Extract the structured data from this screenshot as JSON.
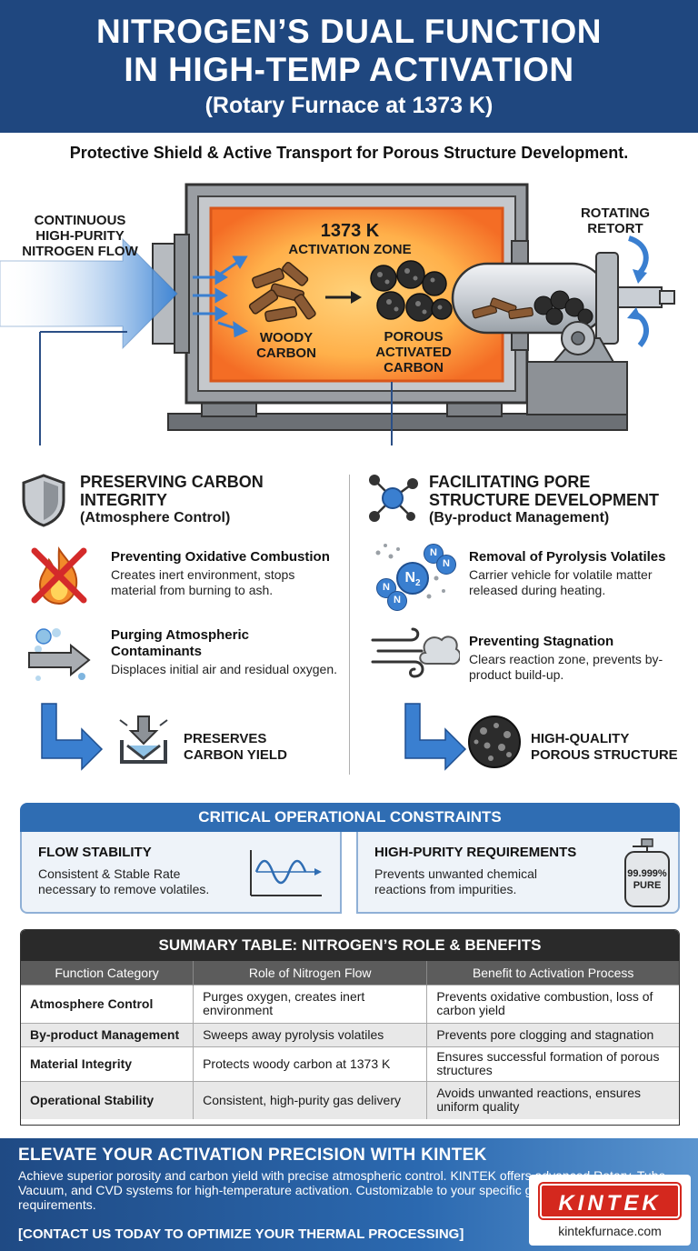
{
  "header": {
    "title_line1": "NITROGEN’S DUAL FUNCTION",
    "title_line2": "IN HIGH-TEMP ACTIVATION",
    "title_line3": "(Rotary Furnace at 1373 K)"
  },
  "subtitle": "Protective Shield & Active Transport for Porous Structure Development.",
  "diagram": {
    "flow_label": [
      "CONTINUOUS",
      "HIGH-PURITY",
      "NITROGEN FLOW"
    ],
    "zone_temp": "1373 K",
    "zone_label": "ACTIVATION ZONE",
    "input_label": [
      "WOODY",
      "CARBON"
    ],
    "output_label": [
      "POROUS",
      "ACTIVATED",
      "CARBON"
    ],
    "retort_label": [
      "ROTATING",
      "RETORT"
    ]
  },
  "left": {
    "title_a": "PRESERVING CARBON",
    "title_b": "INTEGRITY",
    "title_c": "(Atmosphere Control)",
    "item1_title": "Preventing Oxidative Combustion",
    "item1_desc": "Creates inert environment, stops material from burning to ash.",
    "item2_title_a": "Purging Atmospheric",
    "item2_title_b": "Contaminants",
    "item2_desc": "Displaces initial air and residual oxygen.",
    "result_a": "PRESERVES",
    "result_b": "CARBON YIELD",
    "icons": [
      "shield-icon",
      "no-fire-icon",
      "purge-arrow-icon",
      "yield-icon"
    ]
  },
  "right": {
    "title_a": "FACILITATING PORE",
    "title_b": "STRUCTURE DEVELOPMENT",
    "title_c": "(By-product Management)",
    "item1_title": "Removal of Pyrolysis Volatiles",
    "item1_desc": "Carrier vehicle for volatile matter released during heating.",
    "item2_title": "Preventing Stagnation",
    "item2_desc": "Clears reaction zone, prevents by-product build-up.",
    "result_a": "HIGH-QUALITY",
    "result_b": "POROUS STRUCTURE",
    "n2_label": "N",
    "n2_sub": "2",
    "n_mini": "N",
    "icons": [
      "molecule-icon",
      "nitrogen-molecules-icon",
      "wind-icon",
      "porous-sphere-icon"
    ]
  },
  "constraints": {
    "title": "CRITICAL OPERATIONAL CONSTRAINTS",
    "flow_title": "FLOW STABILITY",
    "flow_desc": "Consistent & Stable Rate necessary to remove volatiles.",
    "purity_title": "HIGH-PURITY REQUIREMENTS",
    "purity_desc": "Prevents unwanted chemical reactions from impurities.",
    "purity_value": "99.999%",
    "purity_word": "PURE"
  },
  "summary": {
    "title": "SUMMARY TABLE: NITROGEN’S ROLE & BENEFITS",
    "headers": [
      "Function Category",
      "Role of Nitrogen Flow",
      "Benefit to Activation Process"
    ],
    "rows": [
      [
        "Atmosphere Control",
        "Purges oxygen, creates inert environment",
        "Prevents oxidative combustion, loss of carbon yield"
      ],
      [
        "By-product Management",
        "Sweeps away pyrolysis volatiles",
        "Prevents pore clogging and stagnation"
      ],
      [
        "Material Integrity",
        "Protects woody carbon at 1373 K",
        "Ensures successful formation of porous structures"
      ],
      [
        "Operational Stability",
        "Consistent, high-purity gas delivery",
        "Avoids unwanted reactions, ensures uniform quality"
      ]
    ]
  },
  "footer": {
    "title": "ELEVATE YOUR ACTIVATION PRECISION WITH KINTEK",
    "desc": "Achieve superior porosity and carbon yield with precise atmospheric control. KINTEK offers advanced Rotary, Tube, Vacuum, and CVD systems for high-temperature activation. Customizable to your specific gas flow and purity requirements.",
    "cta": "[CONTACT US TODAY TO OPTIMIZE YOUR THERMAL PROCESSING]",
    "logo": "KINTEK",
    "url": "kintekfurnace.com"
  },
  "colors": {
    "navy": "#1f477f",
    "accent_blue": "#2f6db3",
    "furnace_orange": "#f59a3c",
    "steel": "#8c8f94"
  }
}
